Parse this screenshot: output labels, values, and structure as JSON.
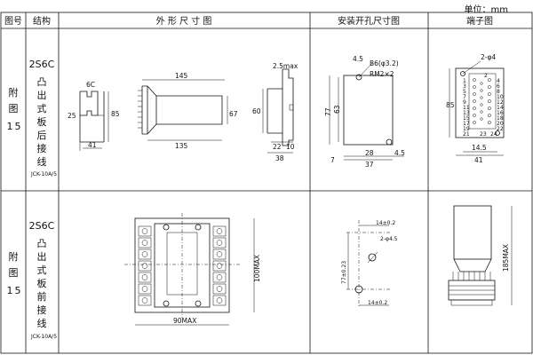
{
  "unit_label": "单位：mm",
  "headers": {
    "fig_no": "图号",
    "structure": "结构",
    "outline": "外 形 尺 寸 图",
    "mounting": "安装开孔尺寸图",
    "terminal": "端子图"
  },
  "row1": {
    "fig_chars": [
      "附",
      "图",
      "1",
      "5"
    ],
    "model": "2S6C",
    "struct_chars": [
      "凸",
      "出",
      "式",
      "板",
      "后",
      "接",
      "线"
    ],
    "note": "JCK-10A/5",
    "outline_dims": {
      "d6c": "6C",
      "d25": "25",
      "d85": "85",
      "d41": "41",
      "d145": "145",
      "d67": "67",
      "d135": "135",
      "d25max": "2.5max",
      "d60": "60",
      "d22": "22",
      "d10": "10",
      "d38": "38"
    },
    "mount_dims": {
      "d45a": "4.5",
      "hole": "B6(φ3.2)",
      "screw": "RM2×2",
      "d77": "77",
      "d63": "63",
      "d7": "7",
      "d28": "28",
      "d45b": "4.5",
      "d37": "37"
    },
    "terminal_dims": {
      "phi4": "2-φ4",
      "d85": "85",
      "d145": "14.5",
      "d41": "41"
    },
    "terminal_numbers": [
      "2",
      "1",
      "4",
      "3",
      "6",
      "5",
      "8",
      "7",
      "10",
      "9",
      "12",
      "11",
      "14",
      "13",
      "16",
      "15",
      "18",
      "17",
      "20",
      "19",
      "22",
      "21",
      "24",
      "23"
    ]
  },
  "row2": {
    "fig_chars": [
      "附",
      "图",
      "1",
      "5"
    ],
    "model": "2S6C",
    "struct_chars": [
      "凸",
      "出",
      "式",
      "板",
      "前",
      "接",
      "线"
    ],
    "note": "JCK-10A/5",
    "outline_dims": {
      "d100": "100MAX",
      "d90": "90MAX"
    },
    "mount_dims": {
      "d14a": "14±0.2",
      "phi45": "2-φ4.5",
      "d77": "77±0.23",
      "d14b": "14±0.2"
    },
    "terminal_dims": {
      "d185": "185MAX"
    }
  }
}
